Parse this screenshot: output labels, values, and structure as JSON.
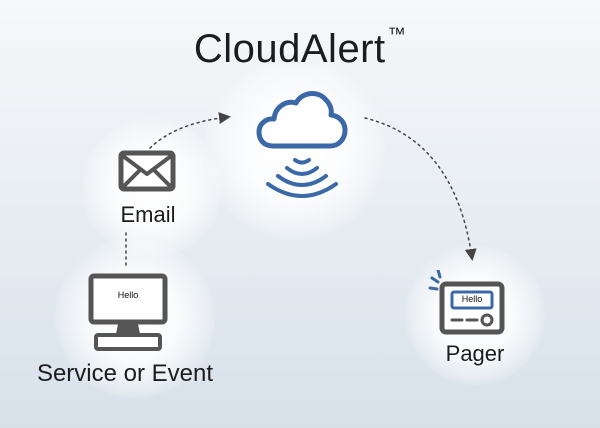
{
  "title": {
    "text": "CloudAlert",
    "mark": "™"
  },
  "nodes": {
    "email": {
      "label": "Email"
    },
    "service": {
      "label": "Service or Event",
      "screen_text": "Hello"
    },
    "pager": {
      "label": "Pager",
      "screen_text": "Hello"
    }
  },
  "colors": {
    "cloud_blue": "#3b69a8",
    "icon_gray": "#555555",
    "arrow": "#444444"
  },
  "icons": {
    "cloud": "cloud-icon",
    "signal": "wireless-signal-icon",
    "email": "envelope-icon",
    "service": "monitor-icon",
    "pager": "pager-icon"
  }
}
